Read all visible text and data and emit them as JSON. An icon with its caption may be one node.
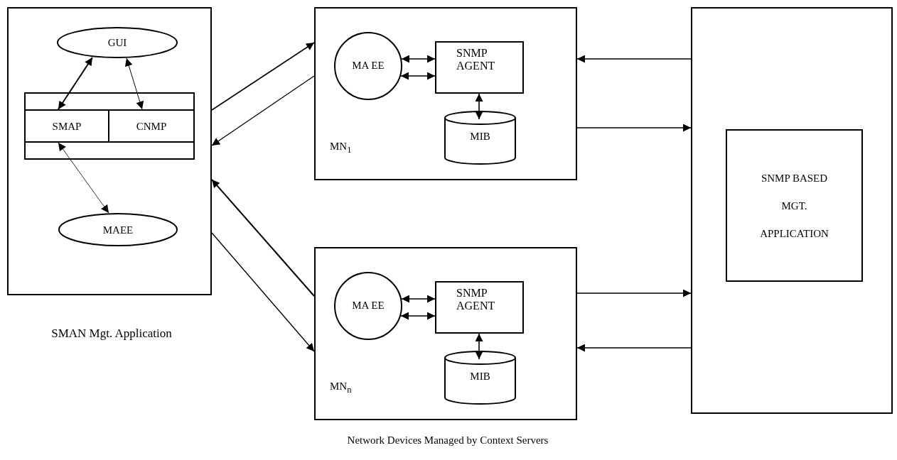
{
  "diagram": {
    "caption": "Network Devices Managed by Context Servers",
    "nodes": [
      {
        "text": [
          "SMAN Mgt. Application"
        ]
      },
      {
        "text": [
          "GUI"
        ],
        "in": 0
      },
      {
        "text": [],
        "shape": "box",
        "in": 0
      },
      {
        "text": [
          "SMAP"
        ],
        "in": 2
      },
      {
        "text": [
          "CNMP"
        ],
        "in": 2
      },
      {
        "text": [
          "MAEE"
        ],
        "in": 0
      },
      {
        "text": [
          "MN$_{1}$"
        ]
      },
      {
        "text": [
          "MA EE"
        ],
        "in": 6
      },
      {
        "text": [
          "SNMP AGENT"
        ],
        "in": 6
      },
      {
        "text": [
          "MIB"
        ],
        "in": 6
      },
      {
        "text": [
          "MN$_{n}$"
        ]
      },
      {
        "text": [
          "MA EE"
        ],
        "in": 10
      },
      {
        "text": [
          "SNMP AGENT"
        ],
        "in": 10
      },
      {
        "text": [
          "MIB"
        ],
        "in": 10
      },
      {
        "text": [],
        "shape": "box"
      },
      {
        "text": [
          "SNMP BASED MGT. APPLICATION"
        ],
        "in": 14
      }
    ],
    "edges": [
      {
        "from": 1,
        "to": 3,
        "arrow": "both"
      },
      {
        "from": 1,
        "to": 4,
        "arrow": "both"
      },
      {
        "from": 3,
        "to": 5,
        "arrow": "both"
      },
      {
        "from": 0,
        "to": 6,
        "arrow": "to"
      },
      {
        "from": 6,
        "to": 0,
        "arrow": "to"
      },
      {
        "from": 10,
        "to": 0,
        "arrow": "to"
      },
      {
        "from": 0,
        "to": 10,
        "arrow": "to"
      },
      {
        "from": 14,
        "to": 6,
        "arrow": "to"
      },
      {
        "from": 6,
        "to": 14,
        "arrow": "to"
      },
      {
        "from": 10,
        "to": 14,
        "arrow": "to"
      },
      {
        "from": 14,
        "to": 10,
        "arrow": "to"
      },
      {
        "from": 7,
        "to": 8,
        "arrow": "both"
      },
      {
        "from": 7,
        "to": 8,
        "arrow": "both"
      },
      {
        "from": 8,
        "to": 9,
        "arrow": "both"
      },
      {
        "from": 11,
        "to": 12,
        "arrow": "both"
      },
      {
        "from": 11,
        "to": 12,
        "arrow": "both"
      },
      {
        "from": 12,
        "to": 13,
        "arrow": "both"
      }
    ]
  }
}
